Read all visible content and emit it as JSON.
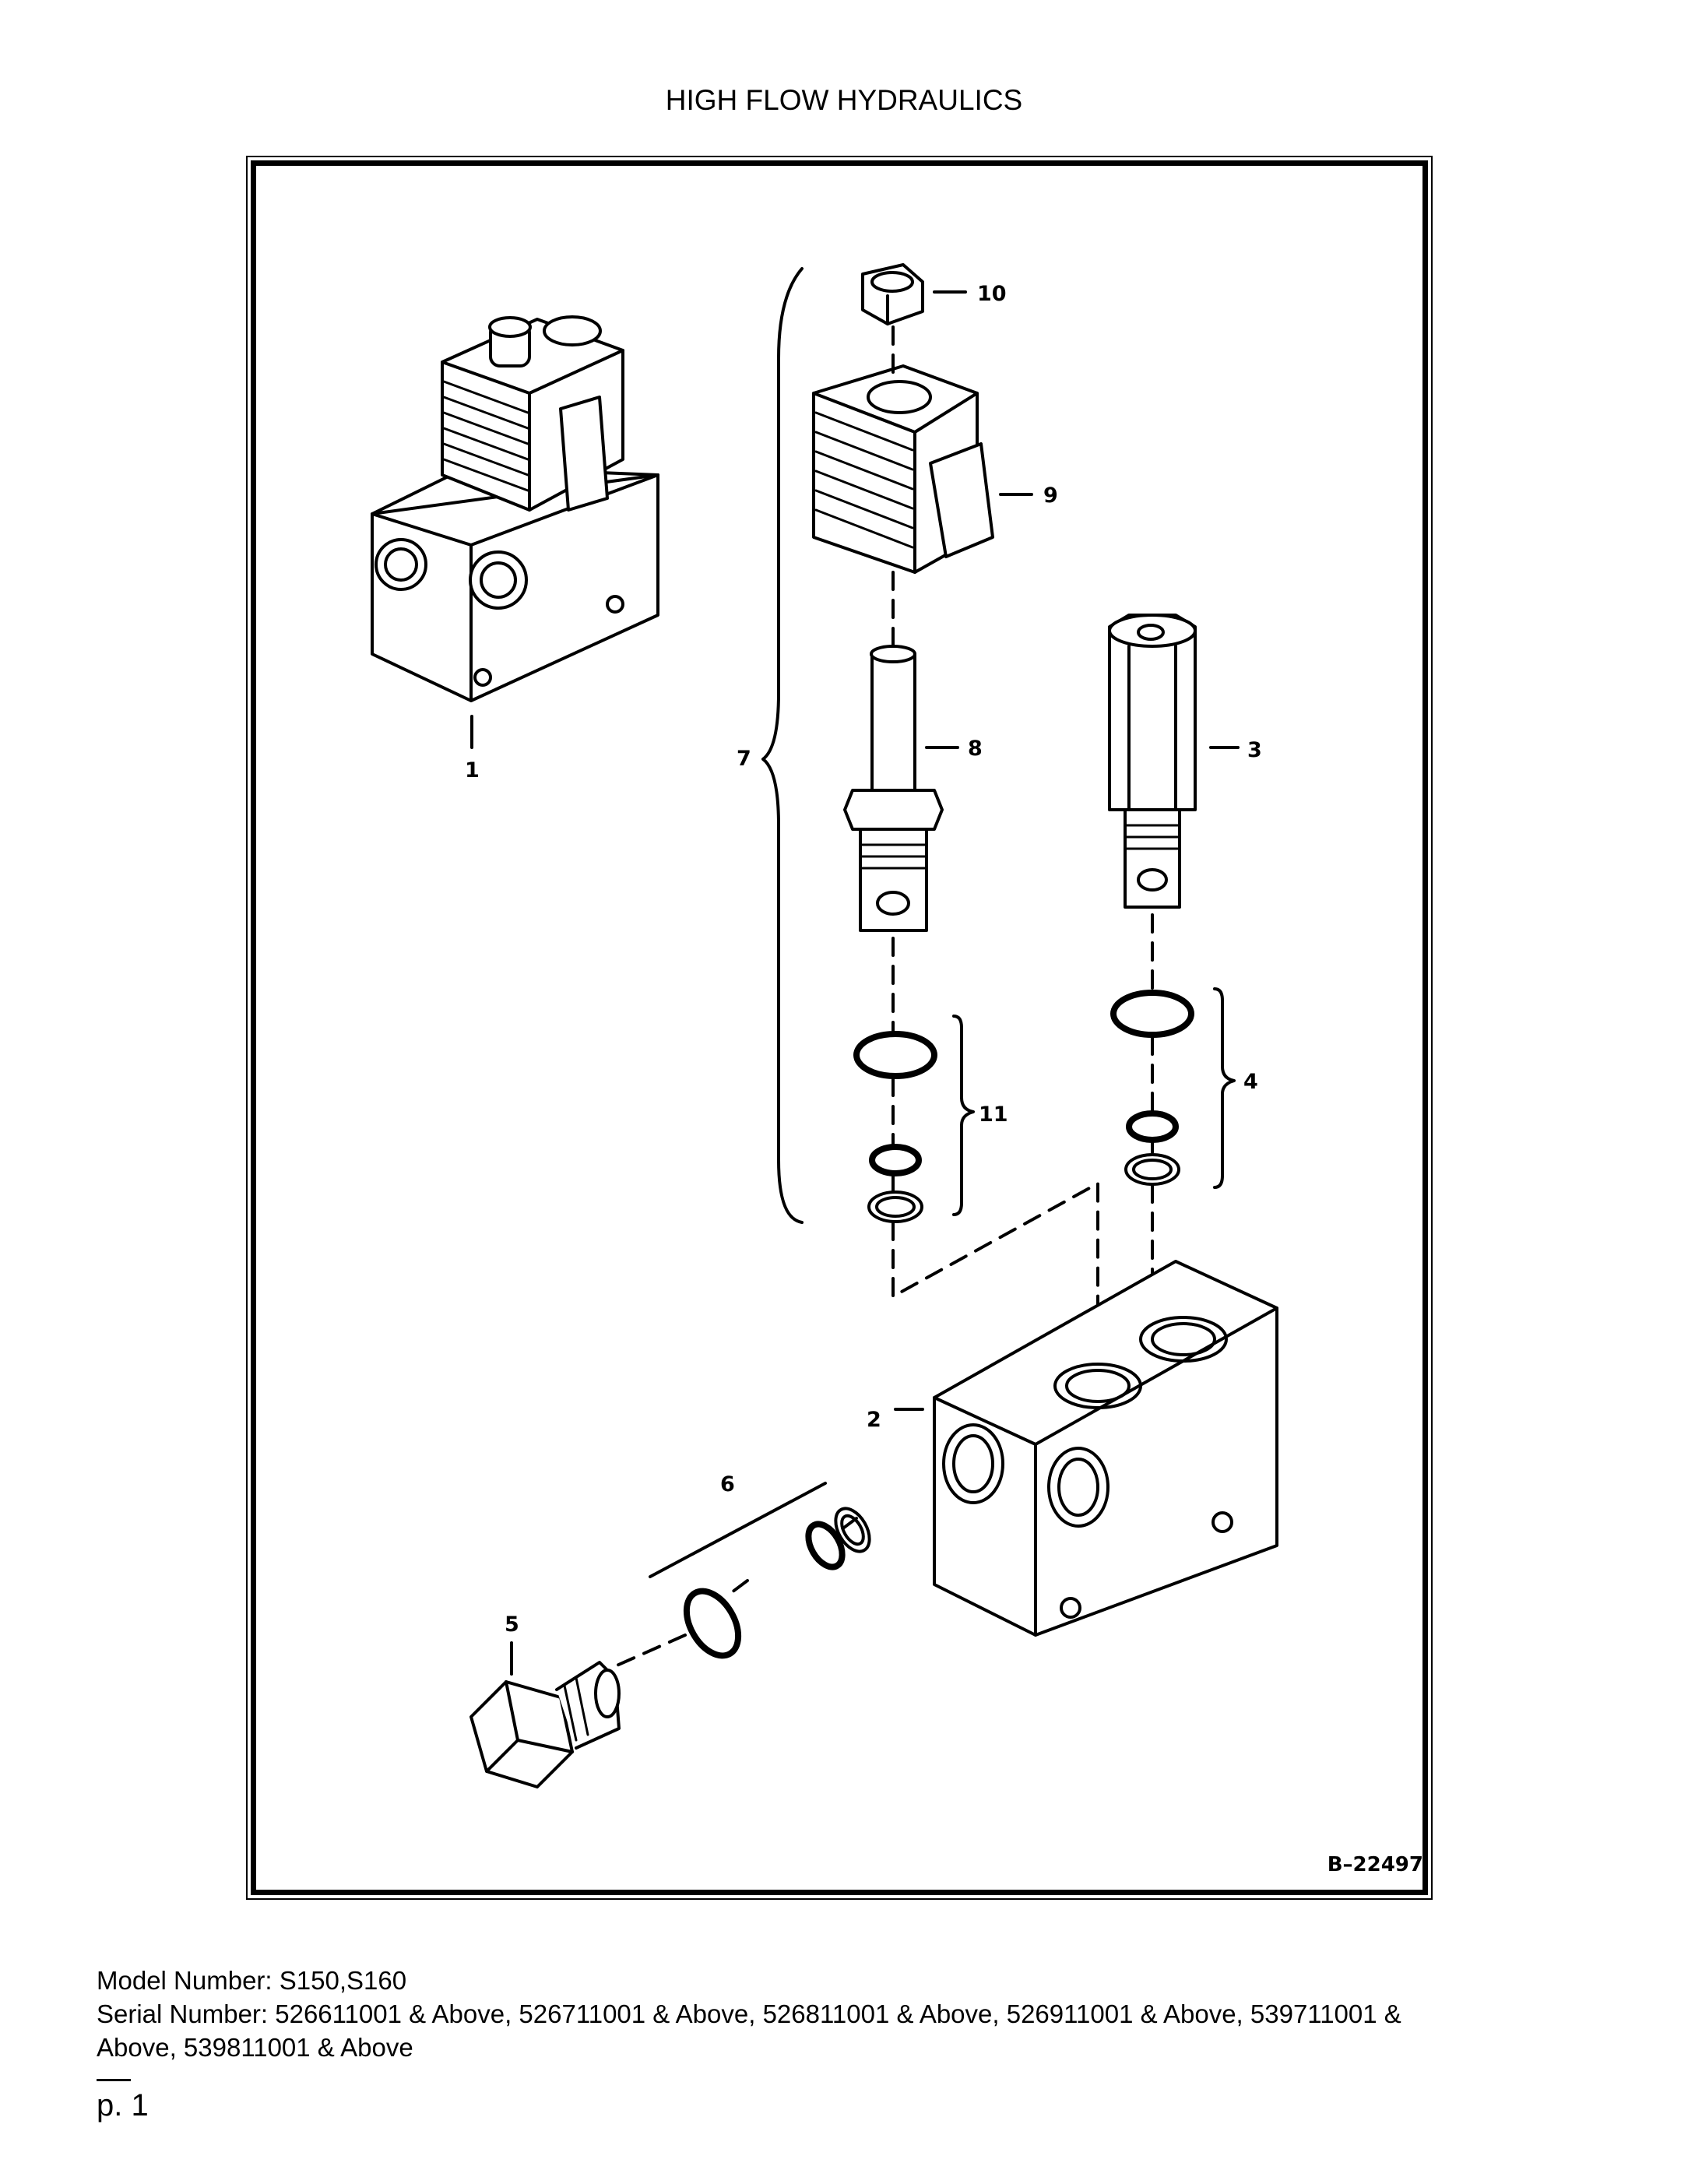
{
  "page": {
    "title": "HIGH FLOW HYDRAULICS",
    "figure_id": "B–22497",
    "model_line": "Model Number: S150,S160",
    "serial_line_1": "Serial Number: 526611001 & Above, 526711001 & Above, 526811001 & Above, 526911001 & Above, 539711001 &",
    "serial_line_2": "Above, 539811001 & Above",
    "page_number": "p. 1"
  },
  "callouts": {
    "c1": "1",
    "c2": "2",
    "c3": "3",
    "c4": "4",
    "c5": "5",
    "c6": "6",
    "c7": "7",
    "c8": "8",
    "c9": "9",
    "c10": "10",
    "c11": "11"
  }
}
